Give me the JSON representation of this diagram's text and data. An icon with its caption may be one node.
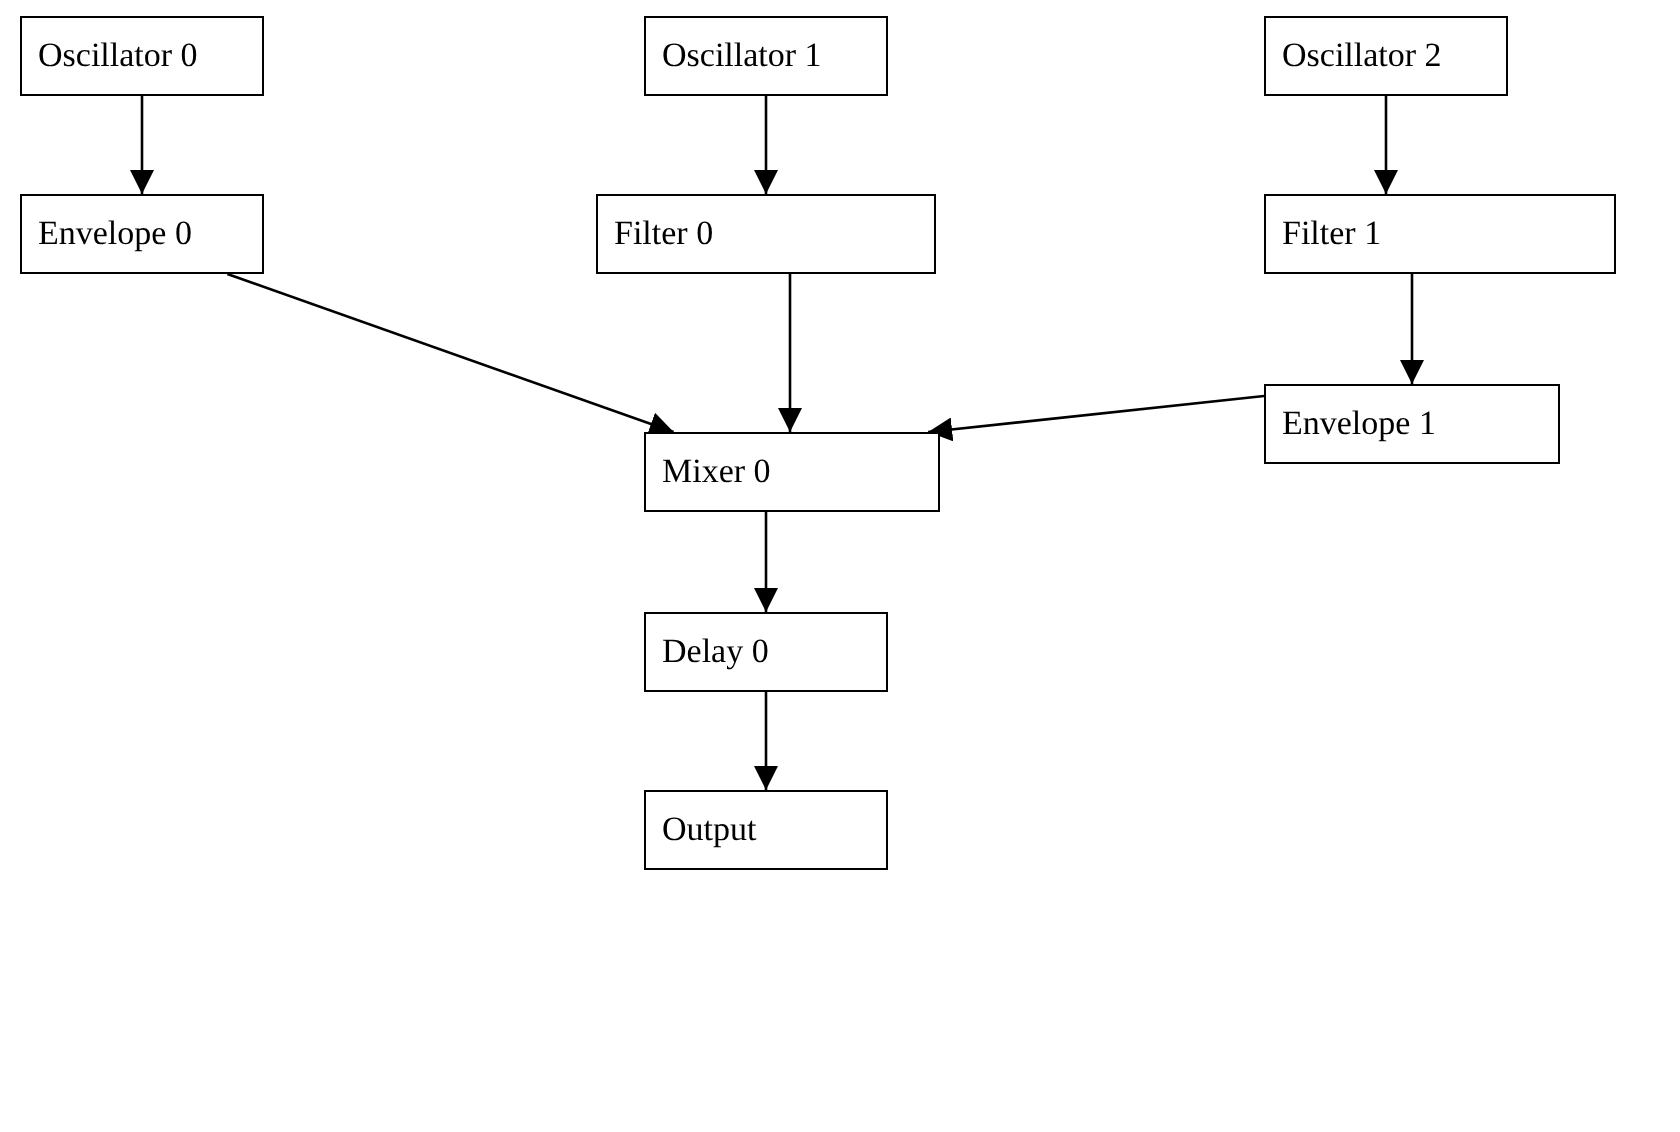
{
  "diagram": {
    "nodes": [
      {
        "text": [
          "Oscillator 0"
        ]
      },
      {
        "text": [
          "Oscillator 1"
        ]
      },
      {
        "text": [
          "Oscillator 2"
        ]
      },
      {
        "text": [
          "Envelope 0"
        ]
      },
      {
        "text": [
          "Filter 0"
        ]
      },
      {
        "text": [
          "Filter 1"
        ]
      },
      {
        "text": [
          "Envelope 1"
        ]
      },
      {
        "text": [
          "Mixer 0"
        ]
      },
      {
        "text": [
          "Delay 0"
        ]
      },
      {
        "text": [
          "Output"
        ]
      }
    ],
    "edges": [
      {
        "from": 0,
        "to": 3,
        "arrow": "to"
      },
      {
        "from": 1,
        "to": 4,
        "arrow": "to"
      },
      {
        "from": 2,
        "to": 5,
        "arrow": "to"
      },
      {
        "from": 3,
        "to": 7,
        "arrow": "to"
      },
      {
        "from": 4,
        "to": 7,
        "arrow": "to"
      },
      {
        "from": 5,
        "to": 6,
        "arrow": "to"
      },
      {
        "from": 6,
        "to": 7,
        "arrow": "to"
      },
      {
        "from": 7,
        "to": 8,
        "arrow": "to"
      },
      {
        "from": 8,
        "to": 9,
        "arrow": "to"
      }
    ]
  }
}
